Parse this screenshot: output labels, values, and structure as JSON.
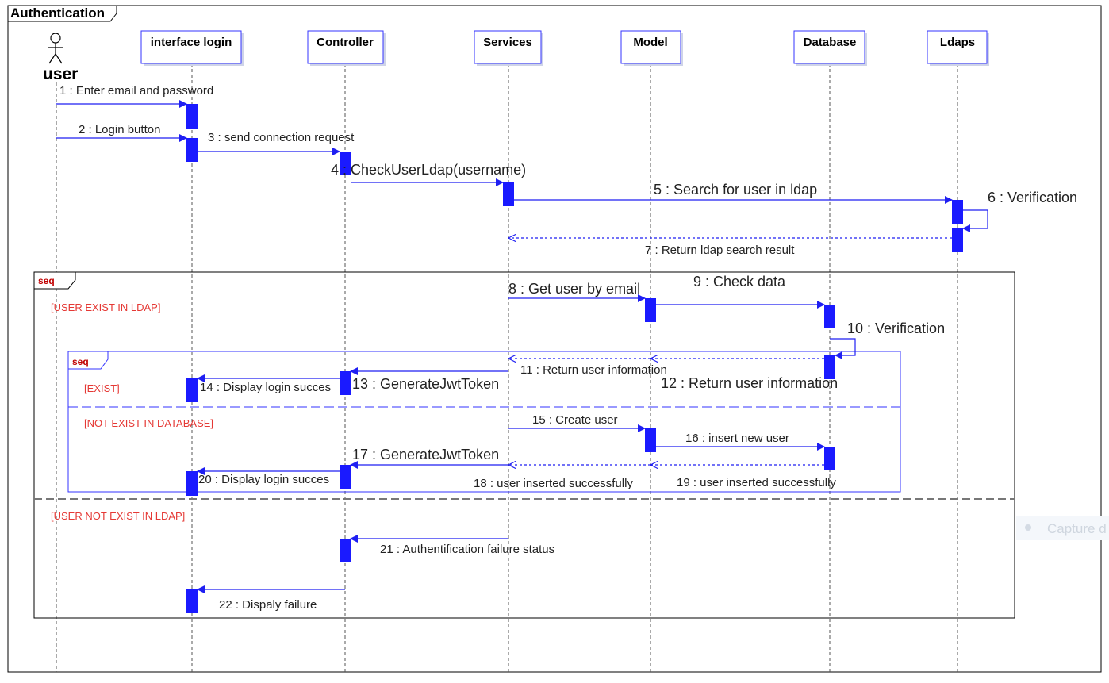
{
  "frame": {
    "title": "Authentication"
  },
  "actor": {
    "label": "user"
  },
  "lifelines": [
    {
      "id": "interface",
      "label": "interface login"
    },
    {
      "id": "controller",
      "label": "Controller"
    },
    {
      "id": "services",
      "label": "Services"
    },
    {
      "id": "model",
      "label": "Model"
    },
    {
      "id": "database",
      "label": "Database"
    },
    {
      "id": "ldaps",
      "label": "Ldaps"
    }
  ],
  "messages": [
    {
      "id": "m1",
      "text": "1 : Enter email and password"
    },
    {
      "id": "m2",
      "text": "2 : Login button"
    },
    {
      "id": "m3",
      "text": "3 : send connection request"
    },
    {
      "id": "m4",
      "text": "4 : CheckUserLdap(username)"
    },
    {
      "id": "m5",
      "text": "5 : Search for user in ldap"
    },
    {
      "id": "m6",
      "text": "6 : Verification"
    },
    {
      "id": "m7",
      "text": "7 : Return ldap search result"
    },
    {
      "id": "m8",
      "text": "8 : Get user by email"
    },
    {
      "id": "m9",
      "text": "9 : Check data"
    },
    {
      "id": "m10",
      "text": "10 : Verification"
    },
    {
      "id": "m11",
      "text": "11 : Return user information"
    },
    {
      "id": "m12",
      "text": "12 : Return user information"
    },
    {
      "id": "m13",
      "text": "13 : GenerateJwtToken"
    },
    {
      "id": "m14",
      "text": "14 : Display login succes"
    },
    {
      "id": "m15",
      "text": "15 : Create user"
    },
    {
      "id": "m16",
      "text": "16 : insert new user"
    },
    {
      "id": "m17",
      "text": "17 : GenerateJwtToken"
    },
    {
      "id": "m18",
      "text": "18 : user inserted successfully"
    },
    {
      "id": "m19",
      "text": "19 : user inserted successfully"
    },
    {
      "id": "m20",
      "text": "20 : Display  login succes"
    },
    {
      "id": "m21",
      "text": "21 : Authentification failure status"
    },
    {
      "id": "m22",
      "text": "22 : Dispaly failure"
    }
  ],
  "fragments": {
    "outer": {
      "tag": "seq",
      "guard_exist_ldap": "[USER EXIST IN LDAP]",
      "guard_not_exist_ldap": "[USER NOT EXIST IN LDAP]"
    },
    "inner": {
      "tag": "seq",
      "guard_exist": "[EXIST]",
      "guard_not_exist_db": "[NOT EXIST IN DATABASE]"
    }
  },
  "watermark": {
    "text": "Capture d"
  },
  "colors": {
    "accent": "#1f1ff2",
    "activation": "#1a1aff",
    "lifeline": "#555555",
    "guard": "#e53935",
    "frame": "#000000",
    "fragment_border": "#3333ff"
  }
}
